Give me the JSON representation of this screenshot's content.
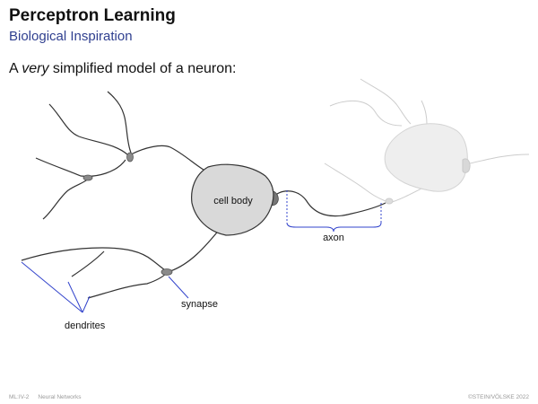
{
  "slide": {
    "title": "Perceptron Learning",
    "subtitle": "Biological Inspiration",
    "intro": {
      "prefix": "A ",
      "emphasis": "very",
      "suffix": " simplified model of a neuron:"
    }
  },
  "diagram": {
    "labels": {
      "cell_body": "cell body",
      "axon": "axon",
      "synapse": "synapse",
      "dendrites": "dendrites"
    },
    "colors": {
      "line": "#333333",
      "annotation": "#3344cc",
      "cell_fill": "#d9d9d9",
      "synapse_fill": "#8a8a8a",
      "faded": "#c8c8c8"
    }
  },
  "footer": {
    "course": "ML:IV-2",
    "topic": "Neural Networks",
    "copyright": "©STEIN/VÖLSKE 2022"
  }
}
